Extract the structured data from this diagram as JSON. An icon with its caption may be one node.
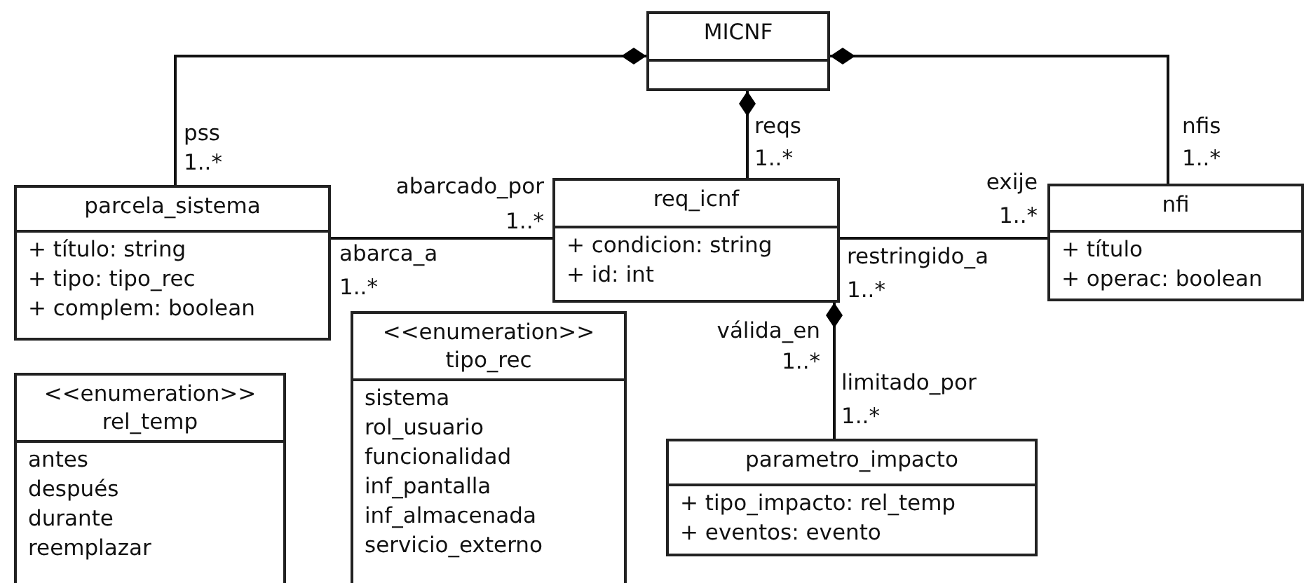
{
  "diagram": {
    "nodes": [
      {
        "text": [
          "MICNF"
        ]
      },
      {
        "text": [
          "parcela_sistema",
          "+ título: string",
          "+ tipo: tipo_rec",
          "+ complem: boolean"
        ]
      },
      {
        "text": [
          "req_icnf",
          "+ condicion: string",
          "+ id: int"
        ]
      },
      {
        "text": [
          "nfi",
          "+ título",
          "+ operac: boolean"
        ]
      },
      {
        "text": [
          "parametro_impacto",
          "+ tipo_impacto: rel_temp",
          "+ eventos: evento"
        ]
      },
      {
        "text": [
          "<<enumeration>>",
          "rel_temp",
          "antes",
          "después",
          "durante",
          "reemplazar"
        ]
      },
      {
        "text": [
          "<<enumeration>>",
          "tipo_rec",
          "sistema",
          "rol_usuario",
          "funcionalidad",
          "inf_pantalla",
          "inf_almacenada",
          "servicio_externo"
        ]
      }
    ],
    "edges": [
      {
        "from": 0,
        "to": 1,
        "arrow": "other"
      },
      {
        "from": 0,
        "to": 2,
        "arrow": "other"
      },
      {
        "from": 0,
        "to": 3,
        "arrow": "other"
      },
      {
        "from": 1,
        "to": 2,
        "arrow": "none"
      },
      {
        "from": 2,
        "to": 3,
        "arrow": "none"
      },
      {
        "from": 2,
        "to": 4,
        "arrow": "other"
      }
    ],
    "labels": [
      "pss",
      "1..*",
      "reqs",
      "1..*",
      "nfis",
      "1..*",
      "abarcado_por",
      "1..*",
      "exije",
      "1..*",
      "abarca_a",
      "1..*",
      "restringido_a",
      "1..*",
      "válida_en",
      "1..*",
      "limitado_por",
      "1..*"
    ]
  }
}
